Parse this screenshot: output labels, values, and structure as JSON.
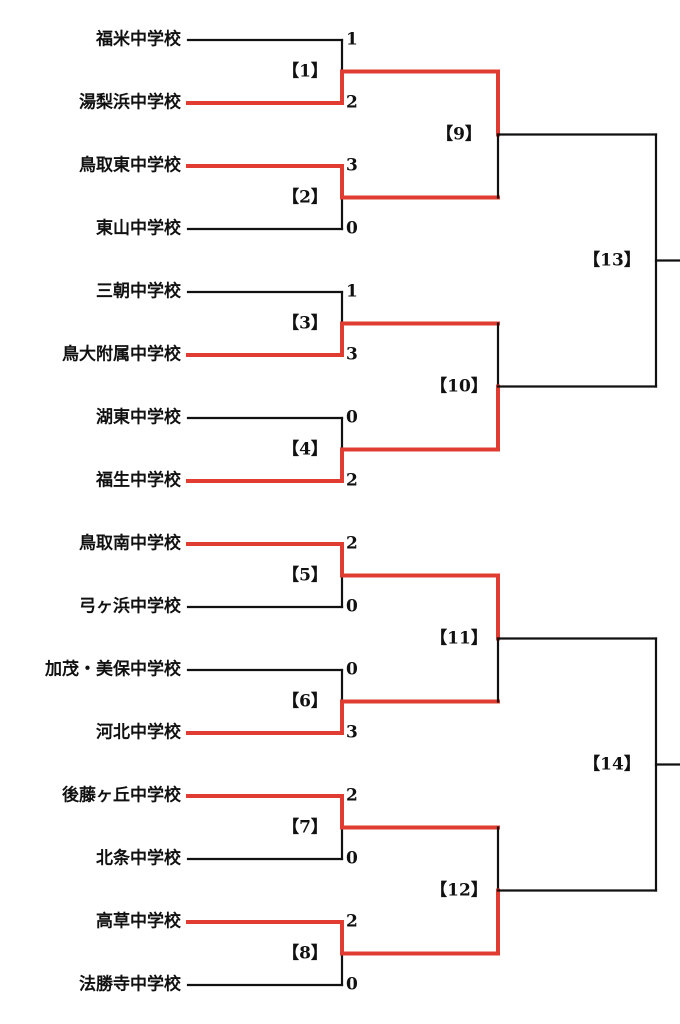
{
  "colors": {
    "winner_line": "#e03c31",
    "line": "#111111",
    "text": "#111111"
  },
  "teams": [
    "福米中学校",
    "湯梨浜中学校",
    "鳥取東中学校",
    "東山中学校",
    "三朝中学校",
    "鳥大附属中学校",
    "湖東中学校",
    "福生中学校",
    "鳥取南中学校",
    "弓ヶ浜中学校",
    "加茂・美保中学校",
    "河北中学校",
    "後藤ヶ丘中学校",
    "北条中学校",
    "高草中学校",
    "法勝寺中学校"
  ],
  "scores": [
    "1",
    "2",
    "3",
    "0",
    "1",
    "3",
    "0",
    "2",
    "2",
    "0",
    "0",
    "3",
    "2",
    "0",
    "2",
    "0"
  ],
  "round1_winners": [
    1,
    2,
    5,
    7,
    8,
    11,
    12,
    14
  ],
  "round2_winners": [
    0,
    1,
    0,
    1
  ],
  "match_labels": {
    "round1": [
      "【1】",
      "【2】",
      "【3】",
      "【4】",
      "【5】",
      "【6】",
      "【7】",
      "【8】"
    ],
    "round2": [
      "【9】",
      "【10】",
      "【11】",
      "【12】"
    ],
    "round3": [
      "【13】",
      "【14】"
    ]
  }
}
